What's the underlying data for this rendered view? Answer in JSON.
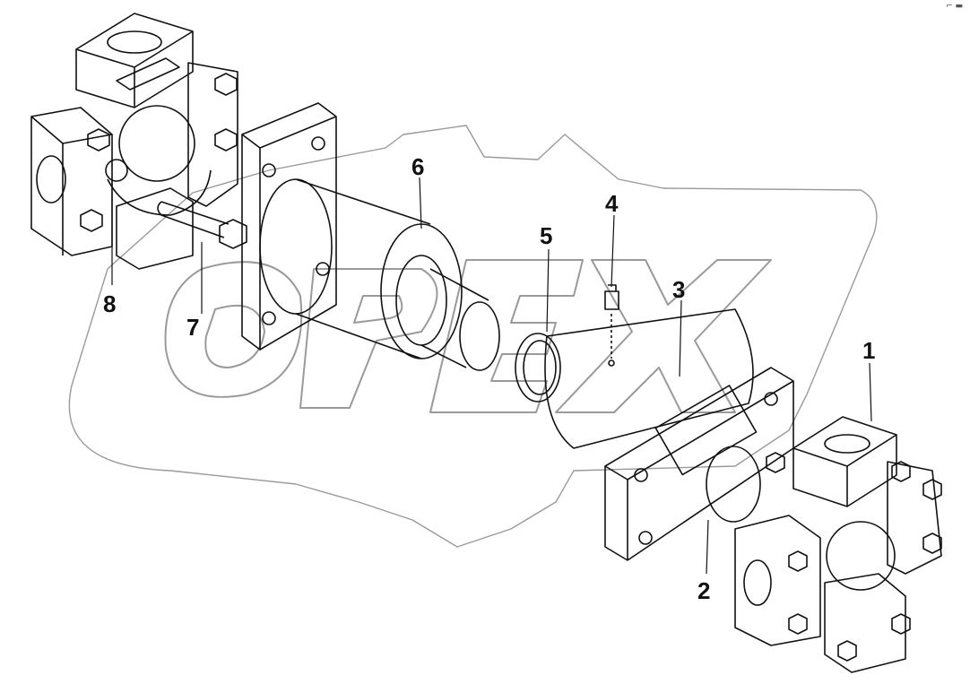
{
  "callouts": {
    "c1": "1",
    "c2": "2",
    "c3": "3",
    "c4": "4",
    "c5": "5",
    "c6": "6",
    "c7": "7",
    "c8": "8"
  },
  "watermark_text": "OPEX",
  "corner_mark": "⌐ ▬",
  "colors": {
    "line": "#111111",
    "watermark": "#9a9a9a"
  }
}
